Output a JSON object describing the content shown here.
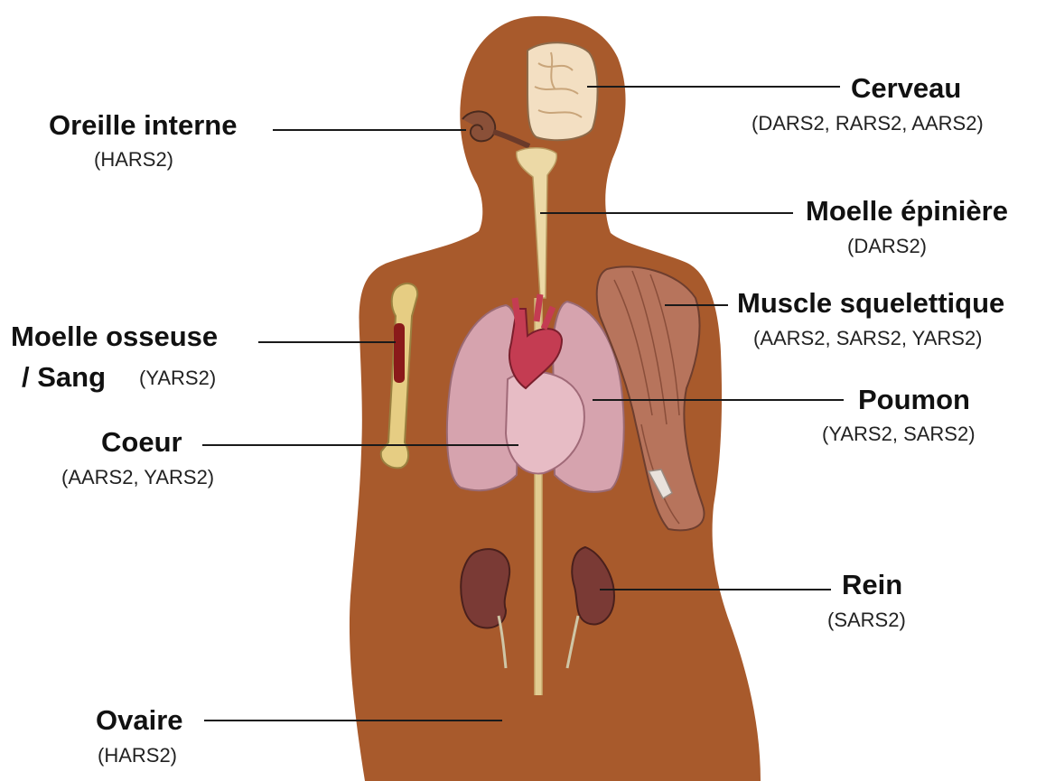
{
  "colors": {
    "body": "#a85a2c",
    "organ_outline": "#5a3a2a",
    "lung": "#d9a7b0",
    "heart": "#c43c52",
    "spinal_cord": "#e7d4a0",
    "brain": "#f3dfc2",
    "muscle": "#b7745c",
    "bone": "#e8cf85",
    "marrow": "#8a1a1a",
    "kidney": "#7a3a35"
  },
  "labels": {
    "cerveau": {
      "name": "Cerveau",
      "genes": "(DARS2, RARS2, AARS2)"
    },
    "oreille": {
      "name": "Oreille interne",
      "genes": "(HARS2)"
    },
    "moelle_epiniere": {
      "name": "Moelle épinière",
      "genes": "(DARS2)"
    },
    "muscle": {
      "name": "Muscle squelettique",
      "genes": "(AARS2, SARS2, YARS2)"
    },
    "moelle_osseuse": {
      "name_line1": "Moelle osseuse",
      "name_line2": "/ Sang",
      "genes": "(YARS2)"
    },
    "poumon": {
      "name": "Poumon",
      "genes": "(YARS2, SARS2)"
    },
    "coeur": {
      "name": "Coeur",
      "genes": "(AARS2, YARS2)"
    },
    "rein": {
      "name": "Rein",
      "genes": "(SARS2)"
    },
    "ovaire": {
      "name": "Ovaire",
      "genes": "(HARS2)"
    }
  }
}
